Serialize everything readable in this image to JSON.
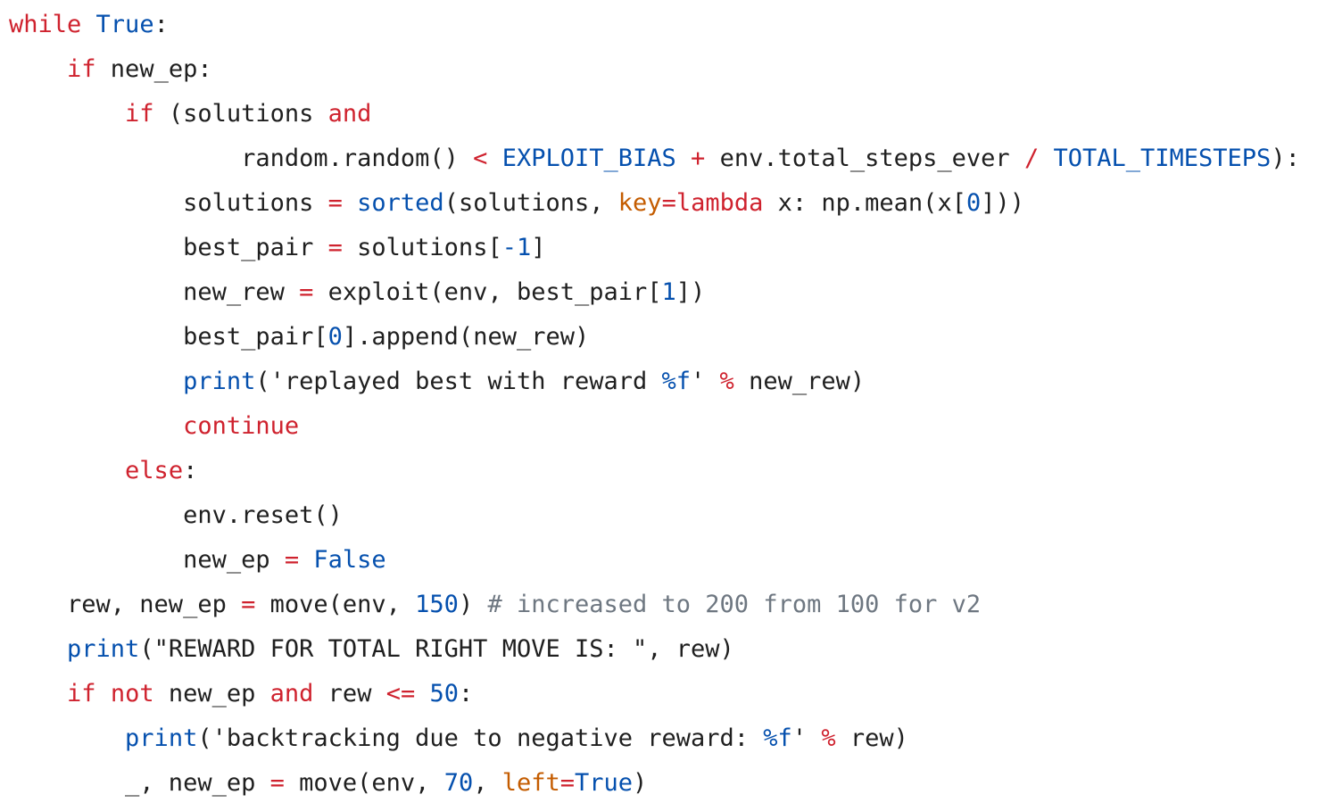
{
  "colors": {
    "background": "#ffffff",
    "text": "#1f1f1f",
    "keyword": "#cf222e",
    "builtin": "#0550ae",
    "number": "#0550ae",
    "parameter": "#c45c00",
    "comment": "#6e7781"
  },
  "code_lines": [
    [
      {
        "t": "while",
        "c": "kw"
      },
      {
        "t": " ",
        "c": "text"
      },
      {
        "t": "True",
        "c": "const"
      },
      {
        "t": ":",
        "c": "text"
      }
    ],
    [
      {
        "t": "    ",
        "c": "text"
      },
      {
        "t": "if",
        "c": "kw"
      },
      {
        "t": " new_ep:",
        "c": "text"
      }
    ],
    [
      {
        "t": "        ",
        "c": "text"
      },
      {
        "t": "if",
        "c": "kw"
      },
      {
        "t": " (solutions ",
        "c": "text"
      },
      {
        "t": "and",
        "c": "kw"
      }
    ],
    [
      {
        "t": "                random.random() ",
        "c": "text"
      },
      {
        "t": "<",
        "c": "op"
      },
      {
        "t": " ",
        "c": "text"
      },
      {
        "t": "EXPLOIT_BIAS",
        "c": "const"
      },
      {
        "t": " ",
        "c": "text"
      },
      {
        "t": "+",
        "c": "op"
      },
      {
        "t": " env.total_steps_ever ",
        "c": "text"
      },
      {
        "t": "/",
        "c": "op"
      },
      {
        "t": " ",
        "c": "text"
      },
      {
        "t": "TOTAL_TIMESTEPS",
        "c": "const"
      },
      {
        "t": "):",
        "c": "text"
      }
    ],
    [
      {
        "t": "            solutions ",
        "c": "text"
      },
      {
        "t": "=",
        "c": "op"
      },
      {
        "t": " ",
        "c": "text"
      },
      {
        "t": "sorted",
        "c": "builtin"
      },
      {
        "t": "(solutions, ",
        "c": "text"
      },
      {
        "t": "key",
        "c": "param"
      },
      {
        "t": "=",
        "c": "op"
      },
      {
        "t": "lambda",
        "c": "kw"
      },
      {
        "t": " x: np.mean(x[",
        "c": "text"
      },
      {
        "t": "0",
        "c": "num"
      },
      {
        "t": "]))",
        "c": "text"
      }
    ],
    [
      {
        "t": "            best_pair ",
        "c": "text"
      },
      {
        "t": "=",
        "c": "op"
      },
      {
        "t": " solutions[",
        "c": "text"
      },
      {
        "t": "-1",
        "c": "num"
      },
      {
        "t": "]",
        "c": "text"
      }
    ],
    [
      {
        "t": "            new_rew ",
        "c": "text"
      },
      {
        "t": "=",
        "c": "op"
      },
      {
        "t": " exploit(env, best_pair[",
        "c": "text"
      },
      {
        "t": "1",
        "c": "num"
      },
      {
        "t": "])",
        "c": "text"
      }
    ],
    [
      {
        "t": "            best_pair[",
        "c": "text"
      },
      {
        "t": "0",
        "c": "num"
      },
      {
        "t": "].append(new_rew)",
        "c": "text"
      }
    ],
    [
      {
        "t": "            ",
        "c": "text"
      },
      {
        "t": "print",
        "c": "builtin"
      },
      {
        "t": "('replayed best with reward ",
        "c": "str"
      },
      {
        "t": "%f",
        "c": "fmt"
      },
      {
        "t": "' ",
        "c": "str"
      },
      {
        "t": "%",
        "c": "op"
      },
      {
        "t": " new_rew)",
        "c": "text"
      }
    ],
    [
      {
        "t": "            ",
        "c": "text"
      },
      {
        "t": "continue",
        "c": "kw"
      }
    ],
    [
      {
        "t": "        ",
        "c": "text"
      },
      {
        "t": "else",
        "c": "kw"
      },
      {
        "t": ":",
        "c": "text"
      }
    ],
    [
      {
        "t": "            env.reset()",
        "c": "text"
      }
    ],
    [
      {
        "t": "            new_ep ",
        "c": "text"
      },
      {
        "t": "=",
        "c": "op"
      },
      {
        "t": " ",
        "c": "text"
      },
      {
        "t": "False",
        "c": "const"
      }
    ],
    [
      {
        "t": "    rew, new_ep ",
        "c": "text"
      },
      {
        "t": "=",
        "c": "op"
      },
      {
        "t": " move(env, ",
        "c": "text"
      },
      {
        "t": "150",
        "c": "num"
      },
      {
        "t": ") ",
        "c": "text"
      },
      {
        "t": "# increased to 200 from 100 for v2",
        "c": "comment"
      }
    ],
    [
      {
        "t": "    ",
        "c": "text"
      },
      {
        "t": "print",
        "c": "builtin"
      },
      {
        "t": "(\"REWARD FOR TOTAL RIGHT MOVE IS: \", rew)",
        "c": "str"
      }
    ],
    [
      {
        "t": "    ",
        "c": "text"
      },
      {
        "t": "if",
        "c": "kw"
      },
      {
        "t": " ",
        "c": "text"
      },
      {
        "t": "not",
        "c": "kw"
      },
      {
        "t": " new_ep ",
        "c": "text"
      },
      {
        "t": "and",
        "c": "kw"
      },
      {
        "t": " rew ",
        "c": "text"
      },
      {
        "t": "<=",
        "c": "op"
      },
      {
        "t": " ",
        "c": "text"
      },
      {
        "t": "50",
        "c": "num"
      },
      {
        "t": ":",
        "c": "text"
      }
    ],
    [
      {
        "t": "        ",
        "c": "text"
      },
      {
        "t": "print",
        "c": "builtin"
      },
      {
        "t": "('backtracking due to negative reward: ",
        "c": "str"
      },
      {
        "t": "%f",
        "c": "fmt"
      },
      {
        "t": "' ",
        "c": "str"
      },
      {
        "t": "%",
        "c": "op"
      },
      {
        "t": " rew)",
        "c": "text"
      }
    ],
    [
      {
        "t": "        _, new_ep ",
        "c": "text"
      },
      {
        "t": "=",
        "c": "op"
      },
      {
        "t": " move(env, ",
        "c": "text"
      },
      {
        "t": "70",
        "c": "num"
      },
      {
        "t": ", ",
        "c": "text"
      },
      {
        "t": "left",
        "c": "param"
      },
      {
        "t": "=",
        "c": "op"
      },
      {
        "t": "True",
        "c": "const"
      },
      {
        "t": ")",
        "c": "text"
      }
    ]
  ]
}
